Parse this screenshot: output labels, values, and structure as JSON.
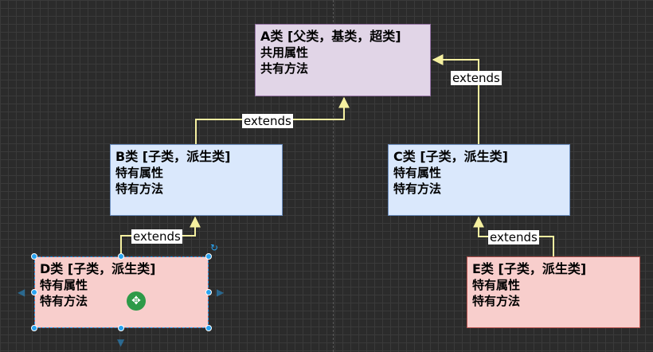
{
  "diagram": {
    "nodes": {
      "a": {
        "title": "A类 [父类，基类，超类]",
        "line1": "共用属性",
        "line2": "共有方法"
      },
      "b": {
        "title": "B类 [子类，派生类]",
        "line1": "特有属性",
        "line2": "特有方法"
      },
      "c": {
        "title": "C类 [子类，派生类]",
        "line1": "特有属性",
        "line2": "特有方法"
      },
      "d": {
        "title": "D类 [子类，派生类]",
        "line1": "特有属性",
        "line2": "特有方法"
      },
      "e": {
        "title": "E类 [子类，派生类]",
        "line1": "特有属性",
        "line2": "特有方法"
      }
    },
    "edges": {
      "b_to_a": "extends",
      "c_to_a": "extends",
      "d_to_b": "extends",
      "e_to_c": "extends"
    },
    "colors": {
      "edge": "#f5f0a0",
      "selection": "#29a3f0",
      "canvas": "#2b2b2b"
    },
    "selected_node": "d",
    "icons": [
      "move-icon",
      "rotate-icon"
    ]
  }
}
